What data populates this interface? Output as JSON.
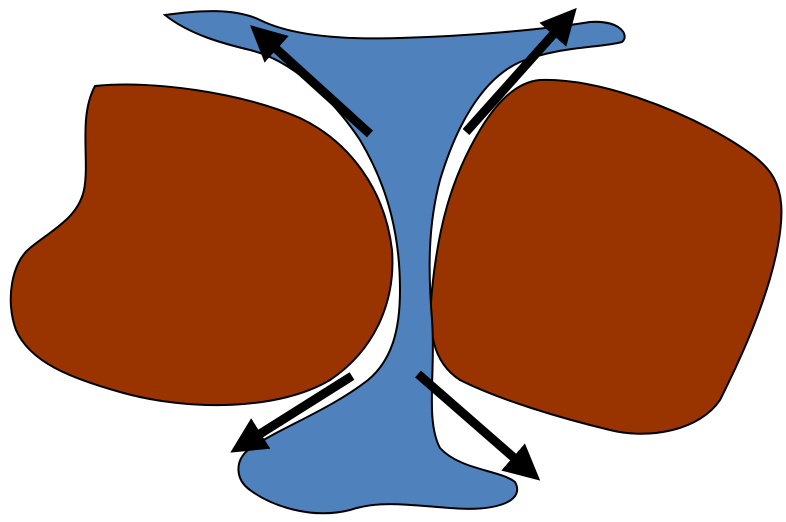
{
  "colors": {
    "background": "#ffffff",
    "blob_fill": "#993300",
    "channel_fill": "#4F81BD",
    "outline": "#000000",
    "arrow": "#000000"
  },
  "shapes": {
    "left_blob": "brown-blob",
    "right_blob": "brown-blob",
    "channel": "blue-channel"
  },
  "arrows": [
    {
      "name": "arrow-up-left",
      "direction": "up-left"
    },
    {
      "name": "arrow-up-right",
      "direction": "up-right"
    },
    {
      "name": "arrow-down-left",
      "direction": "down-left"
    },
    {
      "name": "arrow-down-right",
      "direction": "down-right"
    }
  ]
}
